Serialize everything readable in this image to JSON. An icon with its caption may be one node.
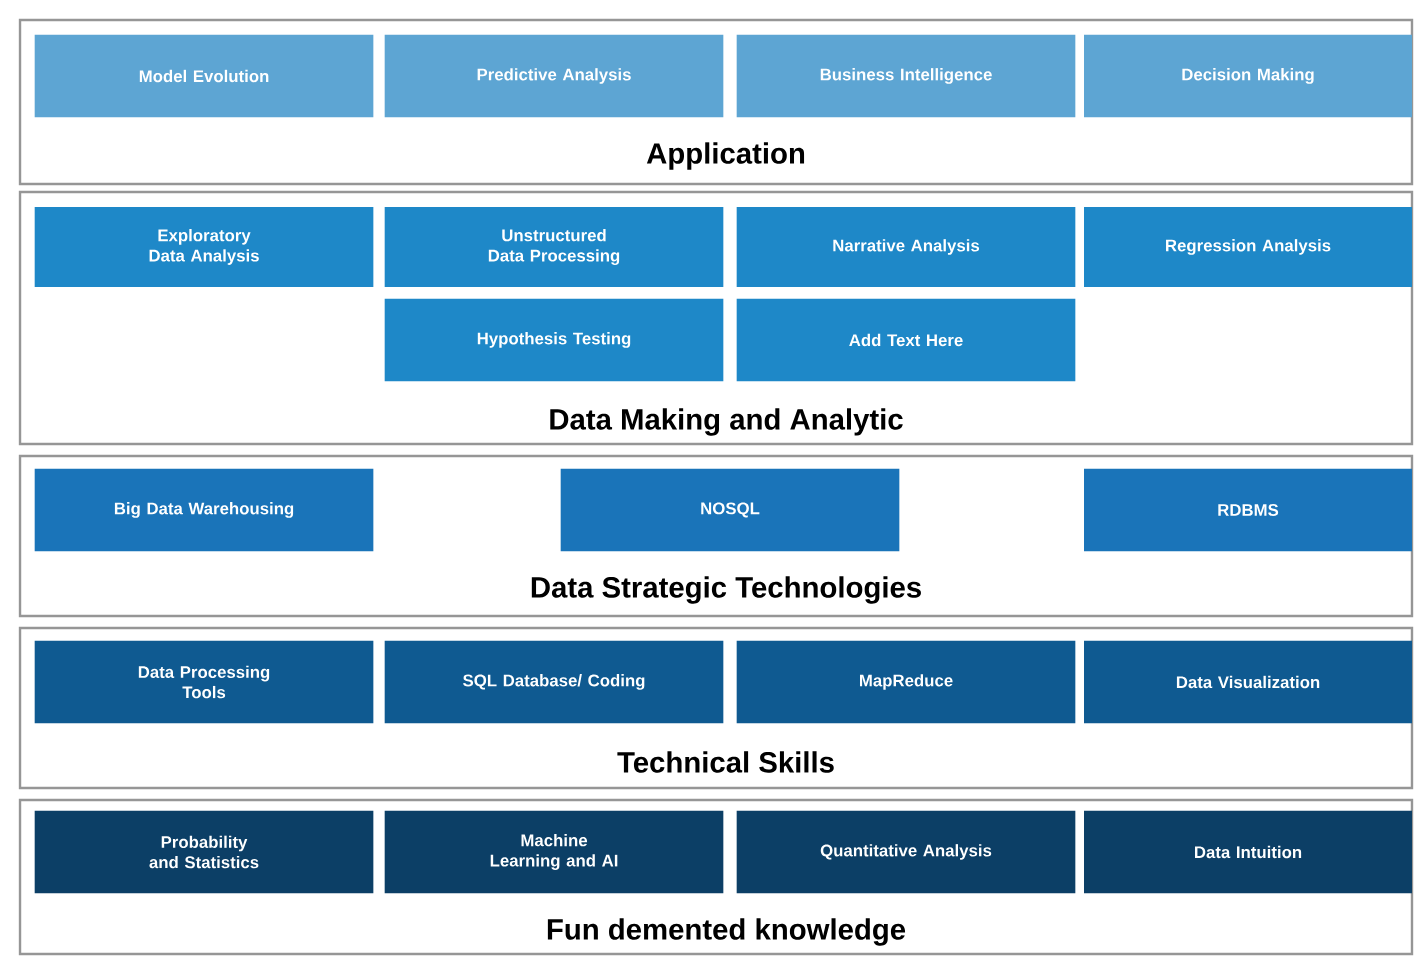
{
  "diagram": {
    "nodes": [
      {
        "text": [
          "Application"
        ]
      },
      {
        "text": [
          "Model Evolution"
        ],
        "in": 0
      },
      {
        "text": [
          "Predictive Analysis"
        ],
        "in": 0
      },
      {
        "text": [
          "Business Intelligence"
        ],
        "in": 0
      },
      {
        "text": [
          "Decision Making"
        ],
        "in": 0
      },
      {
        "text": [
          "Data Making and Analytic"
        ]
      },
      {
        "text": [
          "Exploratory Data Analysis"
        ],
        "in": 5
      },
      {
        "text": [
          "Unstructured Data Processing"
        ],
        "in": 5
      },
      {
        "text": [
          "Narrative Analysis"
        ],
        "in": 5
      },
      {
        "text": [
          "Regression Analysis"
        ],
        "in": 5
      },
      {
        "text": [
          "Hypothesis Testing"
        ],
        "in": 5
      },
      {
        "text": [
          "Add Text Here"
        ],
        "in": 5
      },
      {
        "text": [
          "Data Strategic Technologies"
        ]
      },
      {
        "text": [
          "Big Data Warehousing"
        ],
        "in": 12
      },
      {
        "text": [
          "NOSQL"
        ],
        "in": 12
      },
      {
        "text": [
          "RDBMS"
        ],
        "in": 12
      },
      {
        "text": [
          "Technical Skills"
        ]
      },
      {
        "text": [
          "Data Processing Tools"
        ],
        "in": 16
      },
      {
        "text": [
          "SQL Database/ Coding"
        ],
        "in": 16
      },
      {
        "text": [
          "MapReduce"
        ],
        "in": 16
      },
      {
        "text": [
          "Data Visualization"
        ],
        "in": 16
      },
      {
        "text": [
          "Fun demented knowledge"
        ]
      },
      {
        "text": [
          "Probability and Statistics"
        ],
        "in": 21
      },
      {
        "text": [
          "Machine Learning and AI"
        ],
        "in": 21
      },
      {
        "text": [
          "Quantitative Analysis"
        ],
        "in": 21
      },
      {
        "text": [
          "Data Intuition"
        ],
        "in": 21
      }
    ]
  }
}
